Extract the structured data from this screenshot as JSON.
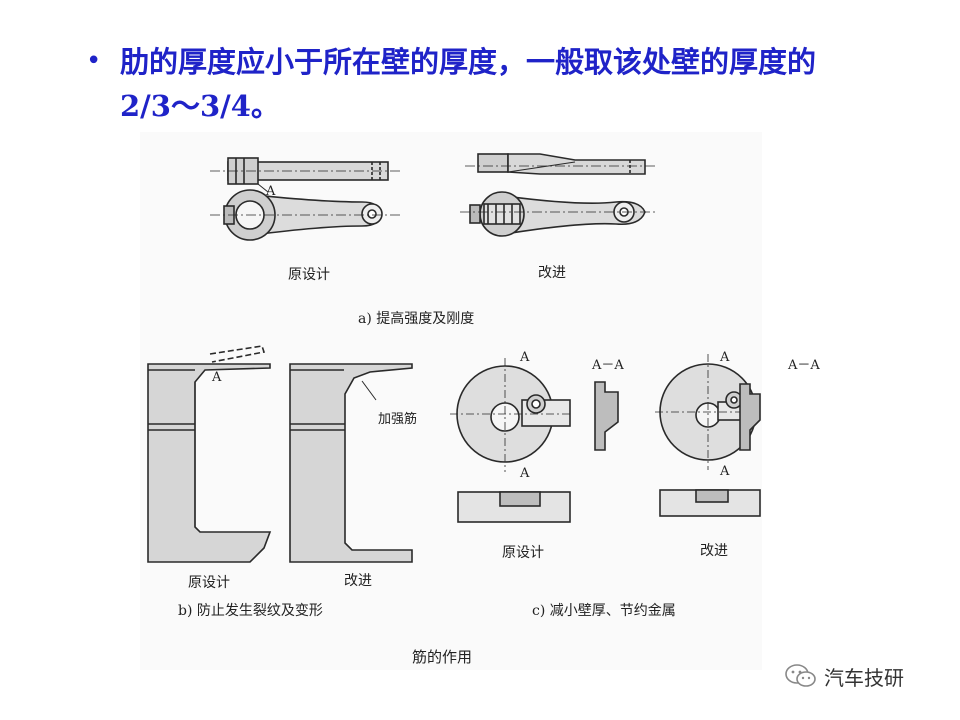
{
  "bullet": {
    "marker": "•",
    "line1": "肋的厚度应小于所在壁的厚度，一般取该处壁的厚度的",
    "line2": "2/3～3/4。"
  },
  "figure": {
    "part_a": {
      "left_label": "原设计",
      "right_label": "改进",
      "caption": "a) 提高强度及刚度",
      "marker": "A"
    },
    "part_b": {
      "left_label": "原设计",
      "right_label": "改进",
      "caption": "b) 防止发生裂纹及变形",
      "marker": "A",
      "rib_label": "加强筋"
    },
    "part_c": {
      "left_label": "原设计",
      "right_label": "改进",
      "caption": "c) 减小壁厚、节约金属",
      "section_a": "A",
      "section_label": "A－A"
    },
    "title": "筋的作用"
  },
  "watermark": {
    "text": "汽车技研",
    "icon": "wechat-logo-icon"
  }
}
